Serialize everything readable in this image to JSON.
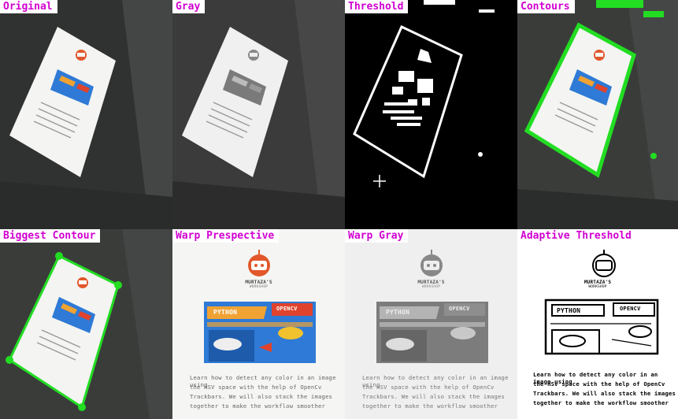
{
  "panels": [
    {
      "label": "Original"
    },
    {
      "label": "Gray"
    },
    {
      "label": "Threshold"
    },
    {
      "label": "Contours"
    },
    {
      "label": "Biggest Contour"
    },
    {
      "label": "Warp Prespective"
    },
    {
      "label": "Warp Gray"
    },
    {
      "label": "Adaptive Threshold"
    }
  ],
  "document": {
    "brand": "MURTAZA'S",
    "brand_sub": "WORKSHOP",
    "python_label": "PYTHON",
    "opencv_label": "OPENCV",
    "body_lines": [
      "Learn how to detect any color in an image using",
      "the HSV space with the help of OpenCv",
      "Trackbars. We will also stack the images",
      "together to make the workflow smoother"
    ]
  },
  "colors": {
    "label_text": "#d100d1",
    "contour_green": "#22dd22",
    "robot_orange": "#e2572b",
    "banner_blue": "#2e7ad6",
    "banner_orange": "#f0a233",
    "banner_red": "#e0432d"
  }
}
